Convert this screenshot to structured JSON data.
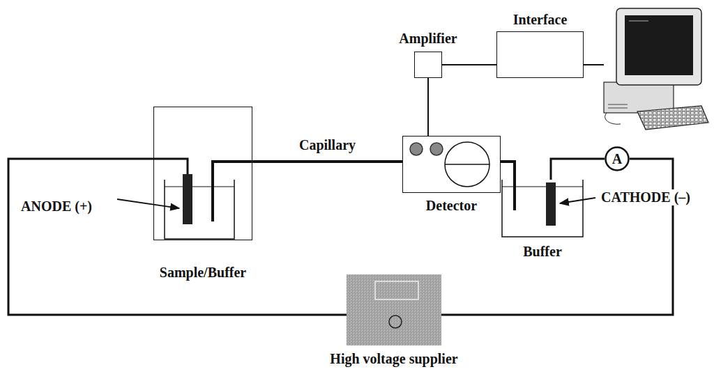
{
  "diagram": {
    "nodes": [
      {
        "text": [
          "Interface"
        ]
      },
      {
        "text": [
          "Amplifier"
        ]
      },
      {
        "text": [
          "Sample/Buffer"
        ]
      },
      {
        "text": [
          "Detector"
        ]
      },
      {
        "text": [
          "A"
        ]
      },
      {
        "text": [
          "Buffer"
        ]
      },
      {
        "text": [
          "High voltage supplier"
        ]
      }
    ],
    "edges": [
      {
        "from": 1,
        "to": 0,
        "arrow": "none"
      },
      {
        "from": 1,
        "to": 3,
        "arrow": "none"
      },
      {
        "from": 2,
        "to": 3,
        "label": "Capillary",
        "arrow": "none"
      },
      {
        "from": 3,
        "to": 5,
        "arrow": "none"
      },
      {
        "from": 6,
        "to": 2,
        "arrow": "none"
      },
      {
        "from": 6,
        "to": 4,
        "arrow": "none"
      },
      {
        "from": 4,
        "to": 5,
        "arrow": "none"
      }
    ],
    "labels": [
      "ANODE (+)",
      "CATHODE (–)"
    ]
  }
}
